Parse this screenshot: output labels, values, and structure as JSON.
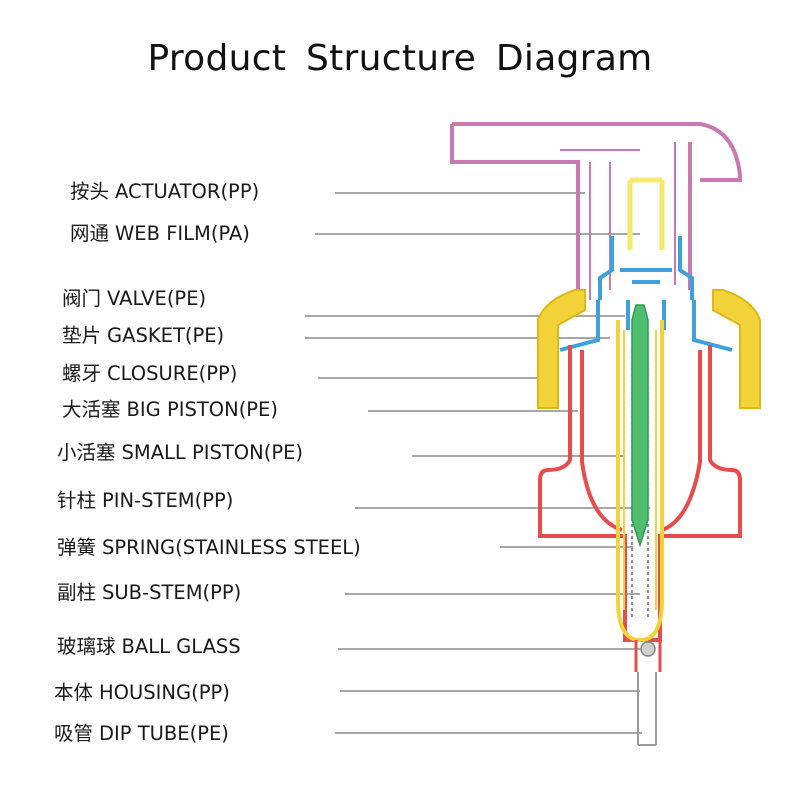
{
  "title": "Product  Structure  Diagram",
  "colors": {
    "actuator": "#c979b2",
    "web_film": "#f5ea6e",
    "valve": "#3ea0dc",
    "closure": "#f3d33a",
    "housing_body": "#e84b4b",
    "pin_stem": "#4fbf6f",
    "leader_line": "#8a8a8a"
  },
  "labels": [
    {
      "zh": "按头",
      "en": "ACTUATOR(PP)"
    },
    {
      "zh": "网通",
      "en": "WEB FILM(PA)"
    },
    {
      "zh": "阀门",
      "en": "VALVE(PE)"
    },
    {
      "zh": "垫片",
      "en": "GASKET(PE)"
    },
    {
      "zh": "螺牙",
      "en": "CLOSURE(PP)"
    },
    {
      "zh": "大活塞",
      "en": "BIG PISTON(PE)"
    },
    {
      "zh": "小活塞",
      "en": "SMALL PISTON(PE)"
    },
    {
      "zh": "针柱",
      "en": "PIN-STEM(PP)"
    },
    {
      "zh": "弹簧",
      "en": "SPRING(STAINLESS STEEL)"
    },
    {
      "zh": "副柱",
      "en": "SUB-STEM(PP)"
    },
    {
      "zh": "玻璃球",
      "en": "BALL GLASS"
    },
    {
      "zh": "本体",
      "en": "HOUSING(PP)"
    },
    {
      "zh": "吸管",
      "en": "DIP TUBE(PE)"
    }
  ]
}
